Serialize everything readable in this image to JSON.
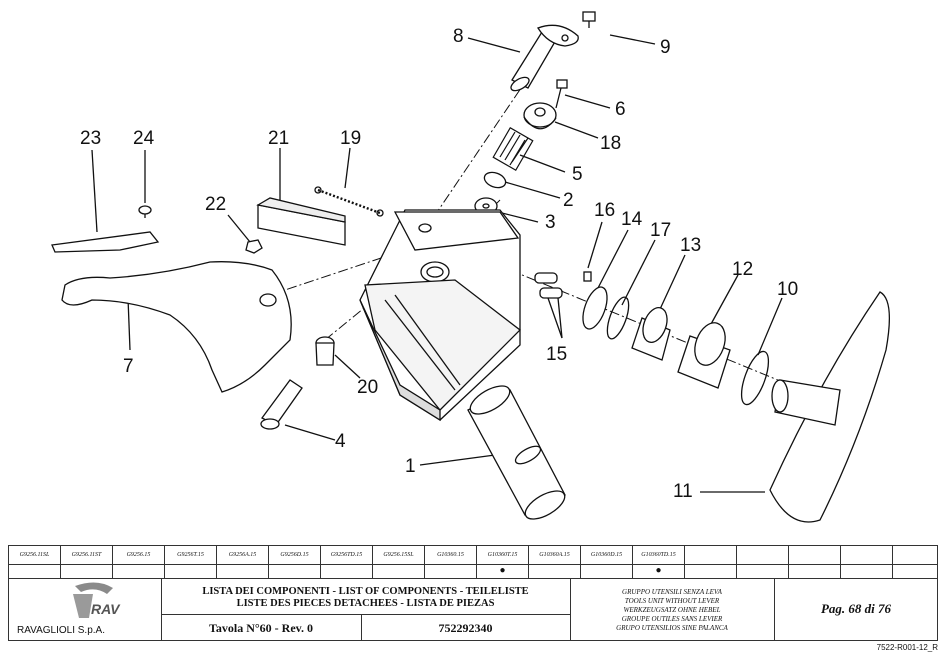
{
  "callouts": [
    {
      "id": "c8",
      "text": "8"
    },
    {
      "id": "c9",
      "text": "9"
    },
    {
      "id": "c6",
      "text": "6"
    },
    {
      "id": "c18",
      "text": "18"
    },
    {
      "id": "c5",
      "text": "5"
    },
    {
      "id": "c2",
      "text": "2"
    },
    {
      "id": "c3",
      "text": "3"
    },
    {
      "id": "c16",
      "text": "16"
    },
    {
      "id": "c14",
      "text": "14"
    },
    {
      "id": "c17",
      "text": "17"
    },
    {
      "id": "c13",
      "text": "13"
    },
    {
      "id": "c12",
      "text": "12"
    },
    {
      "id": "c10",
      "text": "10"
    },
    {
      "id": "c23",
      "text": "23"
    },
    {
      "id": "c24",
      "text": "24"
    },
    {
      "id": "c21",
      "text": "21"
    },
    {
      "id": "c19",
      "text": "19"
    },
    {
      "id": "c22",
      "text": "22"
    },
    {
      "id": "c7",
      "text": "7"
    },
    {
      "id": "c20",
      "text": "20"
    },
    {
      "id": "c4",
      "text": "4"
    },
    {
      "id": "c15",
      "text": "15"
    },
    {
      "id": "c1",
      "text": "1"
    },
    {
      "id": "c11",
      "text": "11"
    }
  ],
  "model_codes": [
    "G9256.11SL",
    "G9256.11ST",
    "G9256.15",
    "G9256T.15",
    "G9256A.15",
    "G9256D.15",
    "G9256TD.15",
    "G9256.15SL",
    "G10360.15",
    "G10360T.15",
    "G10360A.15",
    "G10360D.15",
    "G10360TD.15",
    "",
    "",
    "",
    "",
    ""
  ],
  "model_marks": [
    "",
    "",
    "",
    "",
    "",
    "",
    "",
    "",
    "",
    "●",
    "",
    "",
    "●",
    "",
    "",
    "",
    "",
    ""
  ],
  "company": "RAVAGLIOLI S.p.A.",
  "logo_text": "RAV",
  "components_title_line1": "LISTA DEI COMPONENTI - LIST OF COMPONENTS - TEILELISTE",
  "components_title_line2": "LISTE DES PIECES DETACHEES - LISTA DE PIEZAS",
  "table_ref": "Tavola N°60 - Rev. 0",
  "part_code": "752292340",
  "group_lines": [
    "GRUPPO UTENSILI SENZA LEVA",
    "TOOLS UNIT WITHOUT LEVER",
    "WERKZEUGSATZ OHNE HEBEL",
    "GROUPE OUTILES SANS LEVIER",
    "GRUPO UTENSILIOS SINE PALANCA"
  ],
  "page_label": "Pag. 68 di 76",
  "doc_ref": "7522-R001-12_R"
}
